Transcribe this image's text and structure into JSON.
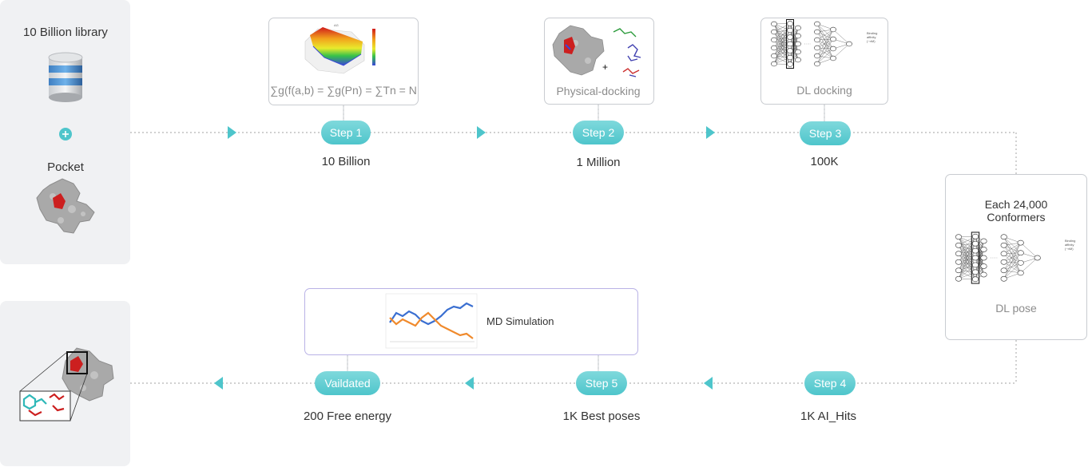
{
  "input": {
    "library_label": "10 Billion library",
    "pocket_label": "Pocket",
    "plus_symbol": "+"
  },
  "cards": {
    "step1_formula": "∑g(f(a,b) = ∑g(Pn) = ∑Tn = N",
    "step2_label": "Physical-docking",
    "step2_plus": "+",
    "step3_label": "DL docking",
    "dl_pose_title_line1": "Each 24,000",
    "dl_pose_title_line2": "Conformers",
    "dl_pose_label": "DL pose",
    "md_label": "MD Simulation",
    "nn_output_label_line1": "Binding",
    "nn_output_label_line2": "affinity",
    "nn_output_label_line3": "(~nM)"
  },
  "steps": [
    {
      "label": "Step 1",
      "count": "10 Billion"
    },
    {
      "label": "Step 2",
      "count": "1 Million"
    },
    {
      "label": "Step 3",
      "count": "100K"
    },
    {
      "label": "Step 4",
      "count": "1K AI_Hits"
    },
    {
      "label": "Step 5",
      "count": "1K Best poses"
    },
    {
      "label": "Vaildated",
      "count": "200 Free energy"
    }
  ],
  "colors": {
    "accent": "#4ec5cb",
    "panel": "#f0f1f3",
    "connector": "#b5b5b5",
    "protein_grey": "#a9a9a9",
    "ligand_red": "#cc1f1f",
    "md_blue": "#3a6fd1",
    "md_orange": "#f08a2c"
  },
  "icons": [
    "database-icon",
    "plus-icon",
    "protein-icon",
    "surface-plot-icon",
    "neural-network-icon",
    "md-chart-icon",
    "ligand-icon"
  ]
}
